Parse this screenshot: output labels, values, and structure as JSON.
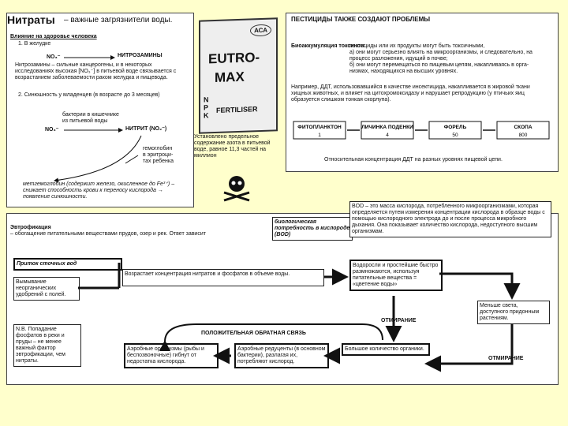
{
  "nitrates": {
    "title": "Нитраты",
    "subtitle": "– важные загрязнители воды.",
    "health_heading": "Влияние на здоровье человека",
    "item1": "1. В желудке",
    "no3_label": "NO₃⁻",
    "nitrosamines": "НИТРОЗАМИНЫ",
    "nitrosamines_text": "Нитрозамины – сильные канцерогены, и в некоторых исследованиях высокая [NO₃⁻] в питьевой воде связывается с возрастанием заболеваемости раком желудка и пищевода.",
    "item2": "2. Синюшность у младенцев (в возрасте до 3 месяцев)",
    "bacteria_label": "бактерии в кишечнике\nиз питьевой воды",
    "nitrite": "НИТРИТ (NO₂⁻)",
    "hemoglobin": "гемоглобин\nв эритроци-\nтах ребенка",
    "methemo": "метгемоглобин (содержит железо, окисленное до Fe³⁺) – снижает способность крови к переносу кислорода → появление синюшности."
  },
  "fertilizer": {
    "aca": "АСА",
    "eutro": "EUTRO-",
    "max": "MAX",
    "npk": "N\nP\nK",
    "fertiliser": "FERTILISER",
    "note": "Установлено предельное содержание азота в питьевой воде, равное 11,3 частей на миллион"
  },
  "pesticides": {
    "title": "ПЕСТИЦИДЫ ТАКЖЕ СОЗДАЮТ ПРОБЛЕМЫ",
    "bio_label": "Биоаккумуляция токсинов:",
    "bio_text": "пестициды или их продукты могут быть токсичными,\nа) они могут серьезно влиять на микроорганизмы, и следовательно, на\n    процесс разложения, идущий в почве;\nб) они могут перемещаться по пищевым цепям, накапливаясь в орга-\n    низмах, находящихся на высших уровнях.",
    "ddt_text": "Например, ДДТ, использовавшийся в качестве инсектицида, накапливается в жировой ткани хищных животных, и влияет на цитохромоксидазу и нарушает репродукцию (у птичьих яиц образуется слишком тонкая скорлупа).",
    "caption": "Относительная концентрация ДДТ на разных уровнях пищевой цепи."
  },
  "chart_data": {
    "type": "bar",
    "categories": [
      "ФИТОПЛАНКТОН",
      "ЛИЧИНКА ПОДЕНКИ",
      "ФОРЕЛЬ",
      "СКОПА"
    ],
    "values": [
      1,
      4,
      50,
      800
    ],
    "value_labels": [
      "1",
      "4",
      "50",
      "800"
    ],
    "title": "Относительная концентрация ДДТ на разных уровнях пищевой цепи.",
    "xlabel": "",
    "ylabel": ""
  },
  "eutro": {
    "title": "Эвтрофикация",
    "title_def": "– обогащение питательными веществами прудов, озер и рек. Ответ зависит",
    "bod_box": "биологическая потребность в кислороде (BOD)",
    "bod_def": "BOD – это масса кислорода, потребленного микроорганизмами, которая определяется путем измерения концентрации кислорода в образце воды с помощью кислородного электрода до и после процесса микробного дыхания. Она показывает количество кислорода, недоступного высшим организмам.",
    "sewage": "Приток сточных вод",
    "washout": "Вымывание неорганических удобрений с полей.",
    "increase": "Возрастает концентрация нитратов и фосфатов в объеме воды.",
    "algae": "Водоросли и простейшие быстро размножаются, используя питательные вещества = «цветение воды»",
    "less_light": "Меньше света, доступного придонным растениям.",
    "dying1": "ОТМИРАНИЕ",
    "dying2": "ОТМИРАНИЕ",
    "feedback": "ПОЛОЖИТЕЛЬНАЯ ОБРАТНАЯ СВЯЗЬ",
    "nb": "N.B. Попадание фосфатов в реки и пруды – не менее важный фактор эвтрофикации, чем нитраты.",
    "aerobic": "Аэробные организмы (рыбы и беспозвоночные) гибнут от недостатка кислорода.",
    "reducers": "Аэробные редуценты (в основном бактерии), разлагая их, потребляют кислород.",
    "organic": "Большое количество органики."
  }
}
